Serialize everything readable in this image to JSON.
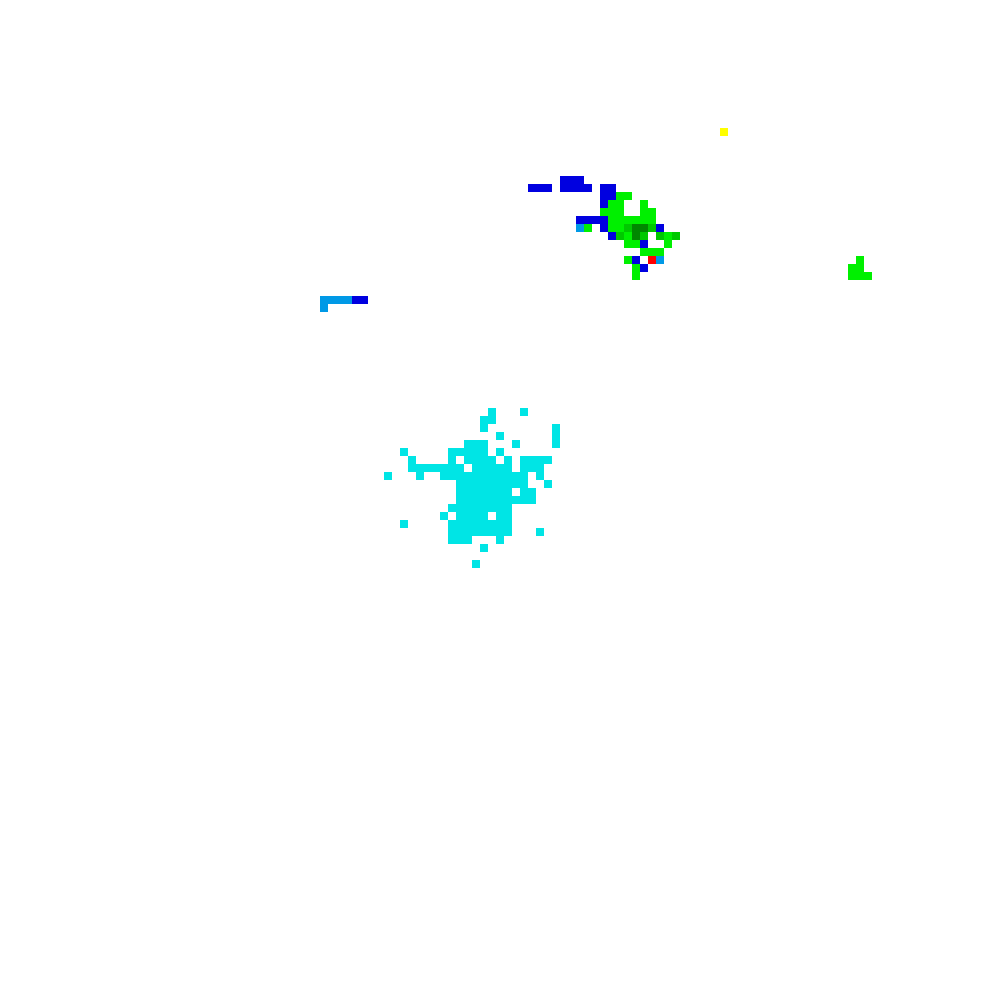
{
  "image": {
    "background": "#ffffff",
    "cell_grid": 125
  },
  "palette": {
    "cyan": "#00e5e5",
    "blue": "#0000e0",
    "lime": "#00f000",
    "green_mid": "#00c800",
    "green_dark": "#008800",
    "sky": "#0099e6",
    "red": "#ff0000",
    "yellow": "#ffff00"
  },
  "clusters": [
    {
      "name": "cyan-cluster",
      "color": "cyan",
      "cells": [
        [
          61,
          51
        ],
        [
          65,
          51
        ],
        [
          60,
          52
        ],
        [
          61,
          52
        ],
        [
          60,
          53
        ],
        [
          69,
          53
        ],
        [
          62,
          54
        ],
        [
          69,
          54
        ],
        [
          58,
          55
        ],
        [
          59,
          55
        ],
        [
          60,
          55
        ],
        [
          64,
          55
        ],
        [
          69,
          55
        ],
        [
          50,
          56
        ],
        [
          56,
          56
        ],
        [
          57,
          56
        ],
        [
          58,
          56
        ],
        [
          59,
          56
        ],
        [
          60,
          56
        ],
        [
          62,
          56
        ],
        [
          51,
          57
        ],
        [
          56,
          57
        ],
        [
          58,
          57
        ],
        [
          59,
          57
        ],
        [
          60,
          57
        ],
        [
          61,
          57
        ],
        [
          63,
          57
        ],
        [
          65,
          57
        ],
        [
          66,
          57
        ],
        [
          67,
          57
        ],
        [
          68,
          57
        ],
        [
          51,
          58
        ],
        [
          52,
          58
        ],
        [
          53,
          58
        ],
        [
          54,
          58
        ],
        [
          55,
          58
        ],
        [
          56,
          58
        ],
        [
          57,
          58
        ],
        [
          59,
          58
        ],
        [
          60,
          58
        ],
        [
          61,
          58
        ],
        [
          62,
          58
        ],
        [
          63,
          58
        ],
        [
          65,
          58
        ],
        [
          66,
          58
        ],
        [
          67,
          58
        ],
        [
          48,
          59
        ],
        [
          52,
          59
        ],
        [
          55,
          59
        ],
        [
          56,
          59
        ],
        [
          57,
          59
        ],
        [
          58,
          59
        ],
        [
          59,
          59
        ],
        [
          60,
          59
        ],
        [
          61,
          59
        ],
        [
          62,
          59
        ],
        [
          63,
          59
        ],
        [
          64,
          59
        ],
        [
          65,
          59
        ],
        [
          67,
          59
        ],
        [
          57,
          60
        ],
        [
          58,
          60
        ],
        [
          59,
          60
        ],
        [
          60,
          60
        ],
        [
          61,
          60
        ],
        [
          62,
          60
        ],
        [
          63,
          60
        ],
        [
          64,
          60
        ],
        [
          65,
          60
        ],
        [
          68,
          60
        ],
        [
          57,
          61
        ],
        [
          58,
          61
        ],
        [
          59,
          61
        ],
        [
          60,
          61
        ],
        [
          61,
          61
        ],
        [
          62,
          61
        ],
        [
          63,
          61
        ],
        [
          65,
          61
        ],
        [
          66,
          61
        ],
        [
          57,
          62
        ],
        [
          58,
          62
        ],
        [
          59,
          62
        ],
        [
          60,
          62
        ],
        [
          61,
          62
        ],
        [
          62,
          62
        ],
        [
          63,
          62
        ],
        [
          64,
          62
        ],
        [
          65,
          62
        ],
        [
          66,
          62
        ],
        [
          56,
          63
        ],
        [
          57,
          63
        ],
        [
          58,
          63
        ],
        [
          59,
          63
        ],
        [
          60,
          63
        ],
        [
          61,
          63
        ],
        [
          62,
          63
        ],
        [
          63,
          63
        ],
        [
          55,
          64
        ],
        [
          57,
          64
        ],
        [
          58,
          64
        ],
        [
          59,
          64
        ],
        [
          60,
          64
        ],
        [
          62,
          64
        ],
        [
          63,
          64
        ],
        [
          57,
          65
        ],
        [
          58,
          65
        ],
        [
          59,
          65
        ],
        [
          60,
          65
        ],
        [
          61,
          65
        ],
        [
          62,
          65
        ],
        [
          63,
          65
        ],
        [
          50,
          65
        ],
        [
          56,
          65
        ],
        [
          56,
          66
        ],
        [
          57,
          66
        ],
        [
          58,
          66
        ],
        [
          59,
          66
        ],
        [
          60,
          66
        ],
        [
          61,
          66
        ],
        [
          62,
          66
        ],
        [
          63,
          66
        ],
        [
          67,
          66
        ],
        [
          57,
          67
        ],
        [
          58,
          67
        ],
        [
          62,
          67
        ],
        [
          56,
          67
        ],
        [
          60,
          68
        ],
        [
          59,
          70
        ]
      ]
    },
    {
      "name": "blue-cluster",
      "color": "blue",
      "cells": [
        [
          70,
          22
        ],
        [
          71,
          22
        ],
        [
          72,
          22
        ],
        [
          66,
          23
        ],
        [
          67,
          23
        ],
        [
          68,
          23
        ],
        [
          70,
          23
        ],
        [
          71,
          23
        ],
        [
          72,
          23
        ],
        [
          73,
          23
        ],
        [
          75,
          23
        ],
        [
          76,
          23
        ],
        [
          75,
          24
        ],
        [
          76,
          24
        ],
        [
          75,
          25
        ],
        [
          72,
          27
        ],
        [
          73,
          27
        ],
        [
          74,
          27
        ],
        [
          75,
          27
        ],
        [
          75,
          28
        ],
        [
          82,
          28
        ],
        [
          76,
          29
        ],
        [
          80,
          30
        ],
        [
          81,
          31
        ],
        [
          78,
          32
        ],
        [
          79,
          32
        ],
        [
          80,
          33
        ],
        [
          44,
          37
        ],
        [
          45,
          37
        ]
      ]
    },
    {
      "name": "lime-cluster",
      "color": "lime",
      "cells": [
        [
          77,
          24
        ],
        [
          78,
          24
        ],
        [
          76,
          25
        ],
        [
          77,
          25
        ],
        [
          80,
          25
        ],
        [
          75,
          26
        ],
        [
          76,
          26
        ],
        [
          77,
          26
        ],
        [
          80,
          26
        ],
        [
          81,
          26
        ],
        [
          76,
          27
        ],
        [
          77,
          27
        ],
        [
          78,
          27
        ],
        [
          79,
          27
        ],
        [
          80,
          27
        ],
        [
          81,
          27
        ],
        [
          73,
          28
        ],
        [
          76,
          28
        ],
        [
          77,
          28
        ],
        [
          78,
          29
        ],
        [
          79,
          29
        ],
        [
          83,
          29
        ],
        [
          78,
          30
        ],
        [
          79,
          30
        ],
        [
          83,
          30
        ],
        [
          80,
          31
        ],
        [
          81,
          31
        ],
        [
          82,
          31
        ],
        [
          79,
          33
        ],
        [
          78,
          32
        ],
        [
          79,
          34
        ],
        [
          107,
          32
        ],
        [
          106,
          33
        ],
        [
          107,
          33
        ],
        [
          106,
          34
        ],
        [
          107,
          34
        ],
        [
          108,
          34
        ]
      ]
    },
    {
      "name": "green-mid-cluster",
      "color": "green_mid",
      "cells": [
        [
          78,
          28
        ],
        [
          81,
          28
        ],
        [
          77,
          29
        ],
        [
          80,
          29
        ],
        [
          82,
          29
        ],
        [
          84,
          29
        ]
      ]
    },
    {
      "name": "green-dark-cluster",
      "color": "green_dark",
      "cells": [
        [
          79,
          28
        ],
        [
          80,
          28
        ],
        [
          79,
          29
        ]
      ]
    },
    {
      "name": "sky-cluster",
      "color": "sky",
      "cells": [
        [
          72,
          28
        ],
        [
          82,
          32
        ],
        [
          40,
          37
        ],
        [
          41,
          37
        ],
        [
          42,
          37
        ],
        [
          43,
          37
        ],
        [
          40,
          38
        ]
      ]
    },
    {
      "name": "red-cluster",
      "color": "red",
      "cells": [
        [
          81,
          32
        ]
      ]
    },
    {
      "name": "yellow-cluster",
      "color": "yellow",
      "cells": [
        [
          90,
          16
        ]
      ]
    }
  ]
}
